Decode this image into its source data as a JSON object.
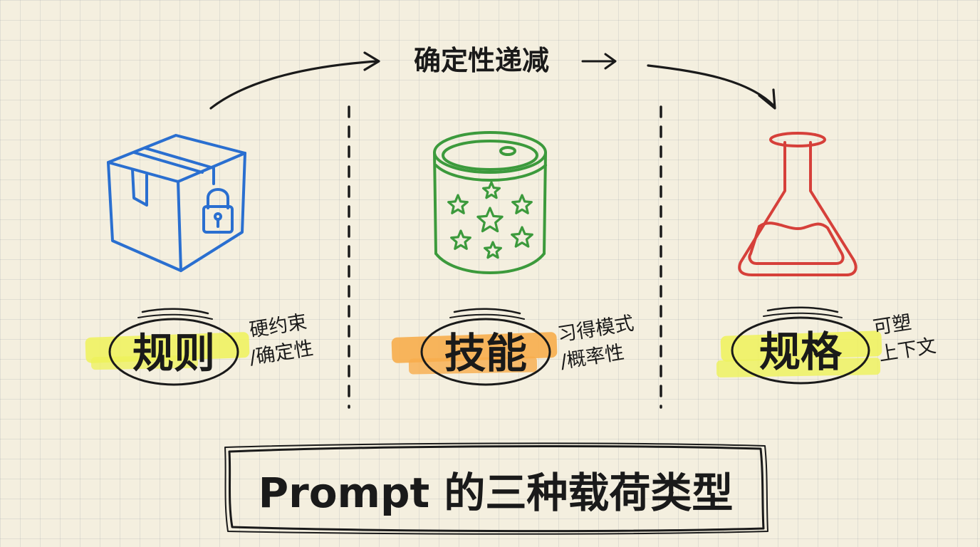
{
  "top_flow": {
    "label": "确定性递减"
  },
  "categories": [
    {
      "label": "规则",
      "note_line1": "硬约束",
      "note_line2": "/确定性",
      "icon": "locked-box-icon",
      "icon_color": "#2a6fd0",
      "highlight_color": "#eef25a"
    },
    {
      "label": "技能",
      "note_line1": "习得模式",
      "note_line2": "/概率性",
      "icon": "star-can-icon",
      "icon_color": "#3c9a3c",
      "highlight_color": "#f7ad4c"
    },
    {
      "label": "规格",
      "note_line1": "可塑",
      "note_line2": "上下文",
      "icon": "flask-icon",
      "icon_color": "#d6403a",
      "highlight_color": "#eef25a"
    }
  ],
  "title": {
    "text": "Prompt 的三种载荷类型"
  }
}
